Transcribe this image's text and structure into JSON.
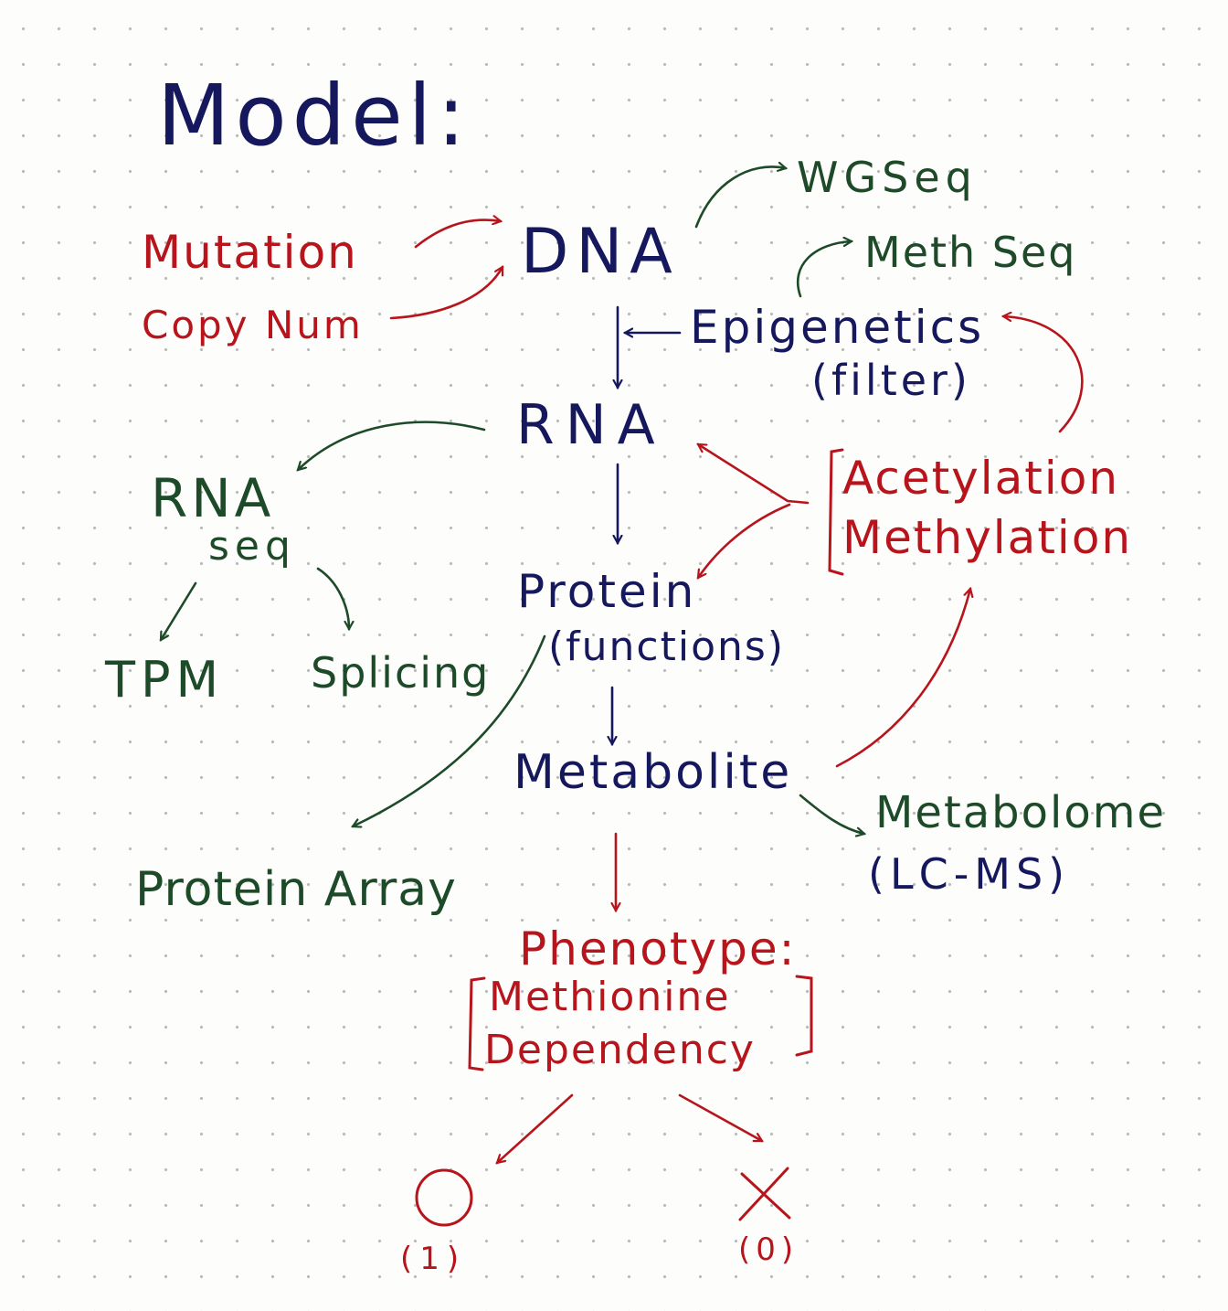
{
  "title": "Model:",
  "colors": {
    "blue": "#16185e",
    "red": "#b8141c",
    "green": "#1d4a28",
    "paper": "#fdfdfb",
    "dot": "#b9b9b9"
  },
  "nodes": {
    "dna": "DNA",
    "rna": "RNA",
    "protein": "Protein",
    "protein_functions": "(functions)",
    "metabolite": "Metabolite",
    "epigenetics": "Epigenetics",
    "epigenetics_note": "(filter)",
    "mutation": "Mutation",
    "copy_num": "Copy Num",
    "acetylation": "Acetylation",
    "methylation": "Methylation",
    "wgseq": "WGSeq",
    "meth_seq": "Meth Seq",
    "rna_seq_line1": "RNA",
    "rna_seq_line2": "seq",
    "tpm": "TPM",
    "splicing": "Splicing",
    "protein_array": "Protein Array",
    "metabolome": "Metabolome",
    "metabolome_method": "(LC-MS)",
    "phenotype": "Phenotype:",
    "phenotype_line1": "Methionine",
    "phenotype_line2": "Dependency",
    "outcome_yes_label": "(1)",
    "outcome_no_label": "(0)"
  },
  "edges": [
    {
      "from": "Mutation",
      "to": "DNA",
      "color": "red"
    },
    {
      "from": "Copy Num",
      "to": "DNA",
      "color": "red"
    },
    {
      "from": "DNA",
      "to": "WGSeq",
      "color": "green"
    },
    {
      "from": "Epigenetics",
      "to": "Meth Seq",
      "color": "green"
    },
    {
      "from": "Epigenetics",
      "to": "DNA-RNA",
      "color": "blue"
    },
    {
      "from": "DNA",
      "to": "RNA",
      "color": "blue"
    },
    {
      "from": "RNA",
      "to": "RNA seq",
      "color": "green"
    },
    {
      "from": "RNA seq",
      "to": "TPM",
      "color": "green"
    },
    {
      "from": "RNA seq",
      "to": "Splicing",
      "color": "green"
    },
    {
      "from": "RNA",
      "to": "Protein",
      "color": "blue"
    },
    {
      "from": "Acetylation/Methylation",
      "to": "RNA",
      "color": "red"
    },
    {
      "from": "Acetylation/Methylation",
      "to": "Protein",
      "color": "red"
    },
    {
      "from": "Acetylation/Methylation",
      "to": "Epigenetics",
      "color": "red"
    },
    {
      "from": "Protein",
      "to": "Metabolite",
      "color": "blue"
    },
    {
      "from": "Protein",
      "to": "Protein Array",
      "color": "green"
    },
    {
      "from": "Metabolite",
      "to": "Acetylation/Methylation",
      "color": "red"
    },
    {
      "from": "Metabolite",
      "to": "Metabolome",
      "color": "green"
    },
    {
      "from": "Metabolite",
      "to": "Phenotype",
      "color": "red"
    },
    {
      "from": "Phenotype",
      "to": "(1)",
      "color": "red"
    },
    {
      "from": "Phenotype",
      "to": "(0)",
      "color": "red"
    }
  ]
}
